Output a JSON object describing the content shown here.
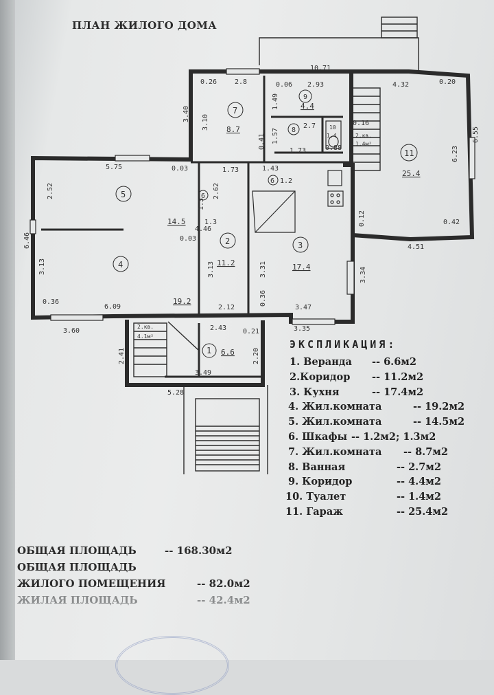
{
  "title": "ПЛАН ЖИЛОГО ДОМА",
  "plan_dims": {
    "top_total": "10.71",
    "d_026": "0.26",
    "d_28": "2.8",
    "d_006": "0.06",
    "d_293": "2.93",
    "d_432": "4.32",
    "d_020": "0.20",
    "d_340": "3.40",
    "d_310": "3.10",
    "d_149": "1.49",
    "d_157": "1.57",
    "d_016": "0.16",
    "d_041": "0.41",
    "d_173a": "1.73",
    "d_088": "0.88",
    "d_623": "6.23",
    "d_655": "6.55",
    "d_575": "5.75",
    "d_003a": "0.03",
    "d_173b": "1.73",
    "d_143": "1.43",
    "d_252": "2.52",
    "d_262": "2.62",
    "d_13": "1.3",
    "d_646": "6.46",
    "d_446": "4.46",
    "d_003b": "0.03",
    "d_012": "0.12",
    "d_042": "0.42",
    "d_451": "4.51",
    "d_313a": "3.13",
    "d_313b": "3.13",
    "d_331": "3.31",
    "d_334": "3.34",
    "d_036a": "0.36",
    "d_609": "6.09",
    "d_212": "2.12",
    "d_036b": "0.36",
    "d_347": "3.47",
    "d_360": "3.60",
    "d_243": "2.43",
    "d_335": "3.35",
    "d_021": "0.21",
    "d_241": "2.41",
    "d_220": "2.20",
    "d_349": "3.49",
    "d_528": "5.28",
    "stair_top": "2.кв.",
    "stair_top2": "1.4м²",
    "stair_bot": "2.кв.",
    "stair_bot2": "4.1м²",
    "room10_label": "10",
    "room10_area": "1.4"
  },
  "rooms": [
    {
      "num": "1",
      "area": "6.6"
    },
    {
      "num": "2",
      "area": "11.2"
    },
    {
      "num": "3",
      "area": "17.4"
    },
    {
      "num": "4",
      "area": "19.2"
    },
    {
      "num": "5",
      "area": "14.5"
    },
    {
      "num": "6",
      "area": "1.2"
    },
    {
      "num": "6",
      "area": "1.3"
    },
    {
      "num": "7",
      "area": "8.7"
    },
    {
      "num": "8",
      "area": "2.7"
    },
    {
      "num": "9",
      "area": "4.4"
    },
    {
      "num": "11",
      "area": "25.4"
    }
  ],
  "explication": {
    "title": "ЭКСПЛИКАЦИЯ:",
    "items": [
      {
        "name": "1. Веранда",
        "value": "-- 6.6м2"
      },
      {
        "name": "2.Коридор",
        "value": "-- 11.2м2"
      },
      {
        "name": "3. Кухня",
        "value": "-- 17.4м2"
      },
      {
        "name": "4. Жил.комната",
        "value": "-- 19.2м2"
      },
      {
        "name": "5. Жил.комната",
        "value": "-- 14.5м2"
      },
      {
        "name": "6. Шкафы",
        "value": "-- 1.2м2; 1.3м2"
      },
      {
        "name": "7. Жил.комната",
        "value": "-- 8.7м2"
      },
      {
        "name": "8. Ванная",
        "value": "-- 2.7м2"
      },
      {
        "name": "9. Коридор",
        "value": "-- 4.4м2"
      },
      {
        "name": "10. Туалет",
        "value": "-- 1.4м2"
      },
      {
        "name": "11. Гараж",
        "value": "-- 25.4м2"
      }
    ]
  },
  "totals": {
    "total_area_label": "ОБЩАЯ ПЛОЩАДЬ",
    "total_area_value": "-- 168.30м2",
    "line2": "ОБЩАЯ ПЛОЩАДЬ",
    "line3_label": "ЖИЛОГО ПОМЕЩЕНИЯ",
    "line3_value": "-- 82.0м2",
    "line4_label": "ЖИЛАЯ ПЛОЩАДЬ",
    "line4_value": "-- 42.4м2"
  },
  "colors": {
    "ink": "#2b2b2b",
    "paper": "#e6e8e8"
  }
}
